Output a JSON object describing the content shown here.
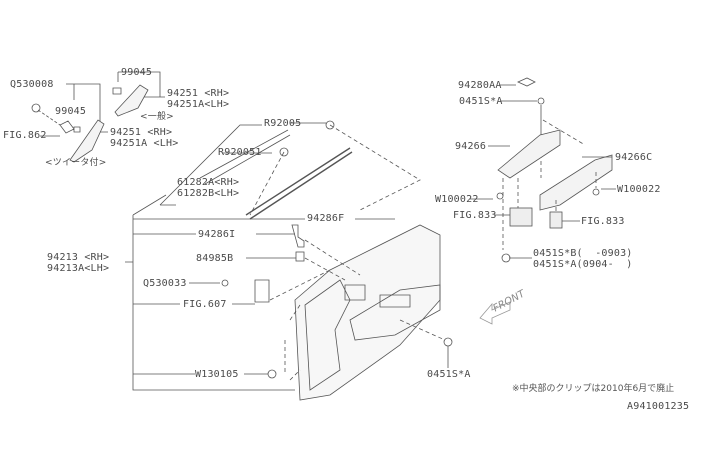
{
  "diagram": {
    "title_code": "A941001235",
    "note": "※中央部のクリップは2010年6月で廃止",
    "front_label": "FRONT",
    "variant_general": "<一般>",
    "variant_tweeter": "<ツイータ付>",
    "parts": {
      "q530008": "Q530008",
      "p99045_top": "99045",
      "p94251_top_rh": "94251 <RH>",
      "p94251_top_lh": "94251A<LH>",
      "p99045_mid": "99045",
      "fig862": "FIG.862",
      "p94251_mid_rh": "94251 <RH>",
      "p94251_mid_lh": "94251A <LH>",
      "r92005": "R92005",
      "r920051": "R920051",
      "p61282_rh": "61282A<RH>",
      "p61282_lh": "61282B<LH>",
      "p94286f": "94286F",
      "p94286i": "94286I",
      "p94213_rh": "94213 <RH>",
      "p94213_lh": "94213A<LH>",
      "p84985b": "84985B",
      "q530033": "Q530033",
      "fig607": "FIG.607",
      "w130105": "W130105",
      "p94280aa": "94280AA",
      "p0451s_a_top": "0451S*A",
      "p94266": "94266",
      "p94266c": "94266C",
      "w100022_left": "W100022",
      "w100022_right": "W100022",
      "fig833_left": "FIG.833",
      "fig833_right": "FIG.833",
      "p0451s_b": "0451S*B(  -0903)",
      "p0451s_a_range": "0451S*A(0904-  )",
      "p0451s_a_bottom": "0451S*A"
    }
  }
}
